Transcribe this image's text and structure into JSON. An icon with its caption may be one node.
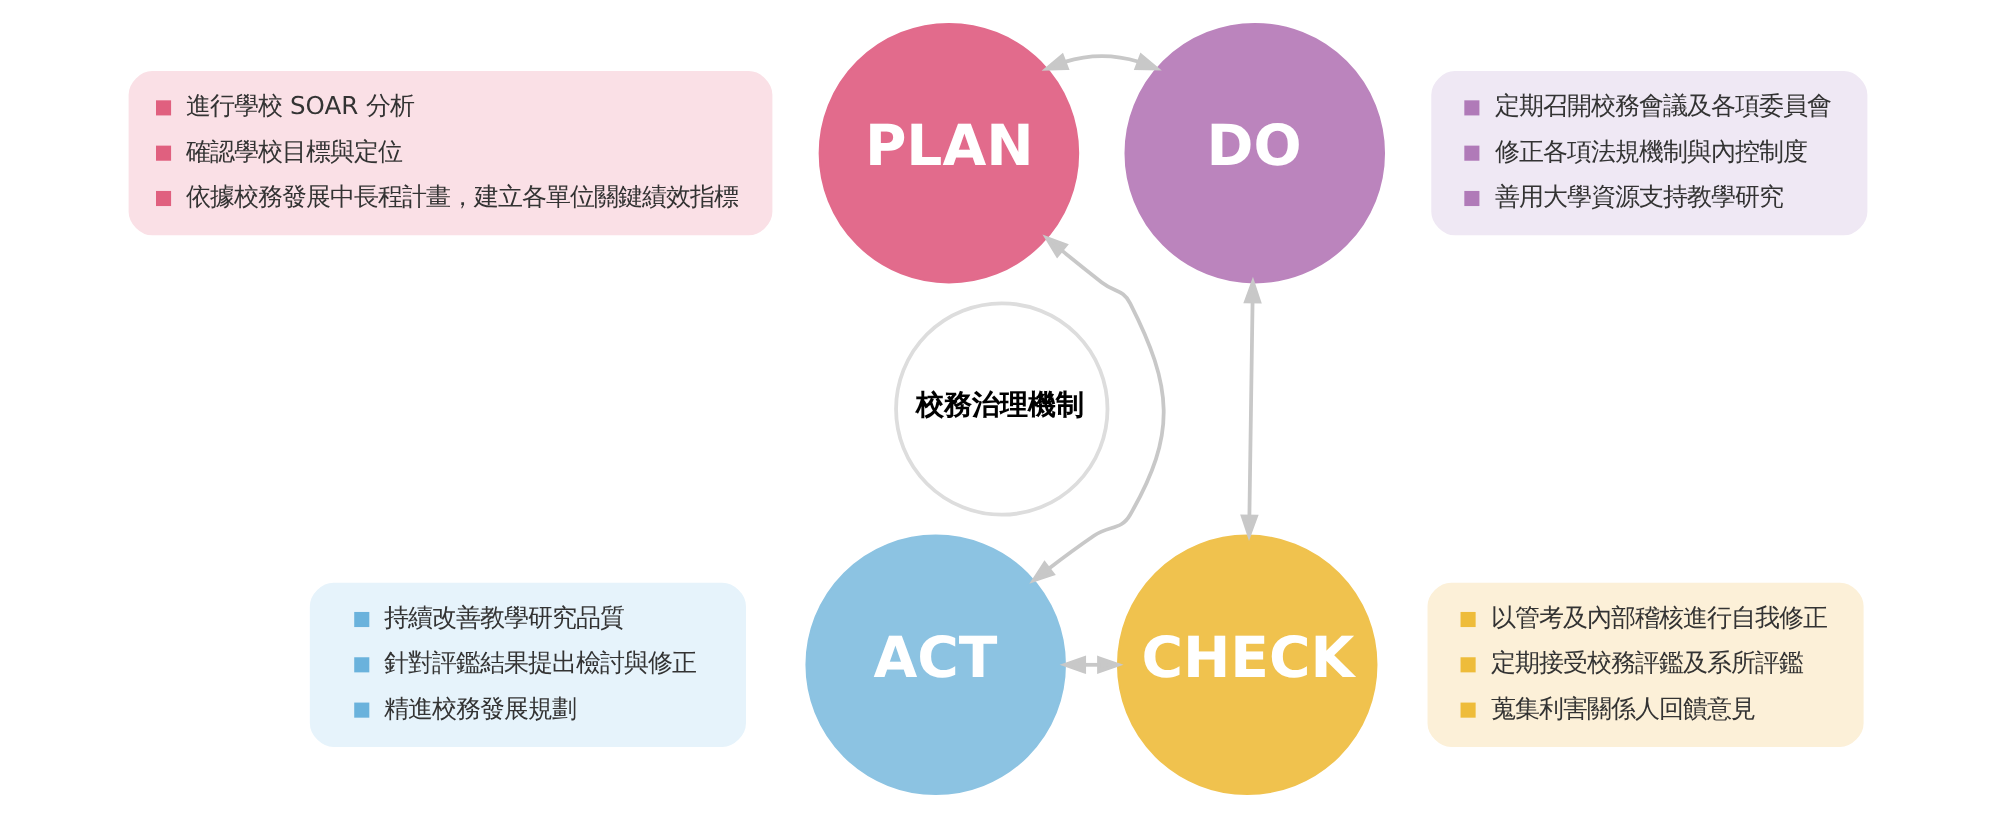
{
  "diagram": {
    "nodes": [
      {
        "text": [
          "進行學校 SOAR 分析",
          "確認學校目標與定位",
          "依據校務發展中長程計畫，建立各單位關鍵績效指標"
        ]
      },
      {
        "text": [
          "定期召開校務會議及各項委員會",
          "修正各項法規機制與內控制度",
          "善用大學資源支持教學研究"
        ]
      },
      {
        "text": [
          "PLAN"
        ]
      },
      {
        "text": [
          "DO"
        ]
      },
      {
        "text": [
          "校務治理機制"
        ]
      },
      {
        "text": [
          "ACT"
        ]
      },
      {
        "text": [
          "CHECK"
        ]
      },
      {
        "text": [
          "持續改善教學研究品質",
          "針對評鑑結果提出檢討與修正",
          "精進校務發展規劃"
        ]
      },
      {
        "text": [
          "以管考及內部稽核進行自我修正",
          "定期接受校務評鑑及系所評鑑",
          "蒐集利害關係人回饋意見"
        ]
      }
    ],
    "edges": [
      {
        "from": 2,
        "to": 3,
        "arrow": "both"
      },
      {
        "from": 3,
        "to": 6,
        "arrow": "both"
      },
      {
        "from": 6,
        "to": 5,
        "arrow": "both"
      },
      {
        "from": 5,
        "to": 2,
        "arrow": "both"
      }
    ]
  }
}
